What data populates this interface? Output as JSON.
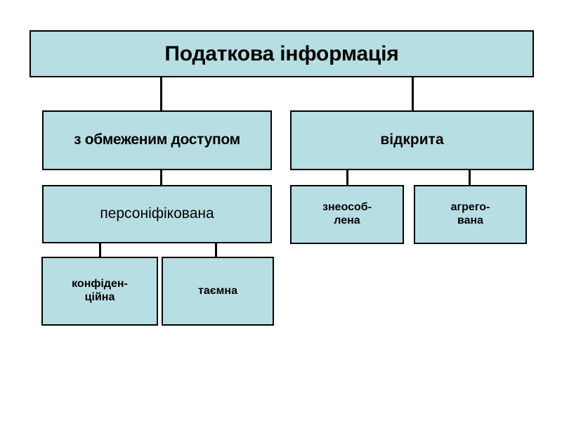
{
  "diagram": {
    "title": "Податкова інформація",
    "type": "hierarchy-tree",
    "box_fill_color": "#b7dfe3",
    "box_border_color": "#000000",
    "connector_color": "#000000",
    "background_color": "#ffffff",
    "nodes": {
      "root": {
        "label": "Податкова інформація",
        "level": 1
      },
      "restricted": {
        "label": "з обмеженим доступом",
        "level": 2
      },
      "open": {
        "label": "відкрита",
        "level": 2
      },
      "personified": {
        "label": "персоніфікована",
        "level": 3
      },
      "depersonalized": {
        "label": "знеособ-\nлена",
        "level": 3
      },
      "aggregated": {
        "label": "агрего-\nвана",
        "level": 3
      },
      "confidential": {
        "label": "конфіден-\nційна",
        "level": 4
      },
      "secret": {
        "label": "таємна",
        "level": 4
      }
    },
    "edges": [
      {
        "from": "root",
        "to": "restricted"
      },
      {
        "from": "root",
        "to": "open"
      },
      {
        "from": "restricted",
        "to": "personified"
      },
      {
        "from": "open",
        "to": "depersonalized"
      },
      {
        "from": "open",
        "to": "aggregated"
      },
      {
        "from": "personified",
        "to": "confidential"
      },
      {
        "from": "personified",
        "to": "secret"
      }
    ]
  }
}
